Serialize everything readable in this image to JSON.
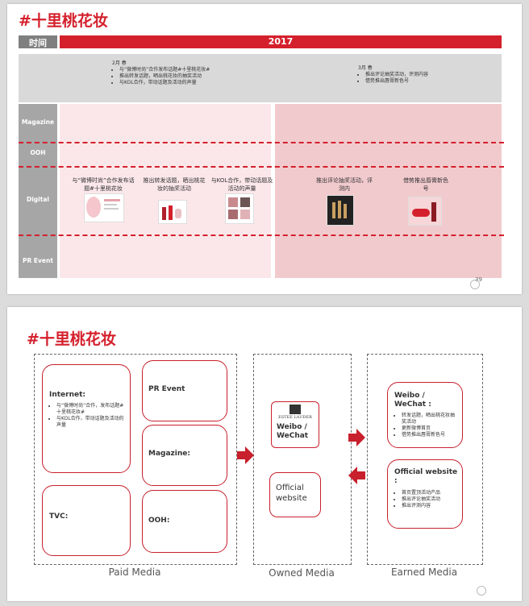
{
  "slide1": {
    "title": "#十里桃花妆",
    "time_label": "时间",
    "year": "2017",
    "feb_header": "2月 春",
    "feb_bullets": [
      "与“微博时尚”合作发布话题#十里桃花妆#",
      "推出转发话题，晒出桃花妆的抽奖活动",
      "与KOL合作，带动话题及活动的声量"
    ],
    "mar_header": "3月 春",
    "mar_bullets": [
      "推出评论抽奖活动，评测内容",
      "借势推出唇膏新色号"
    ],
    "rows": [
      "Magazine",
      "OOH",
      "Digital",
      "PR Event"
    ],
    "digital_items": [
      "与“微博时尚”合作发布话题#十里桃花妆",
      "推出转发话题，晒出桃花妆的抽奖活动",
      "与KOL合作，带动话题及活动的声量",
      "推出评论抽奖活动，评测内",
      "借势推出唇膏新色号"
    ],
    "page_number": "39"
  },
  "slide2": {
    "title": "#十里桃花妆",
    "internet_title": "Internet:",
    "internet_bullets": [
      "与“微博时尚”合作，发布话题#十里桃花妆#",
      "与KOL合作，带动话题及活动的声量"
    ],
    "pr_event": "PR Event",
    "magazine": "Magazine:",
    "tvc": "TVC:",
    "ooh": "OOH:",
    "brand_logo": "ESTEE LAUDER",
    "owned_weibo": "Weibo / WeChat",
    "owned_official": "Official website",
    "earned_weibo_title": "Weibo / WeChat :",
    "earned_weibo_bullets": [
      "转发话题，晒出桃花妆抽奖活动",
      "更新微博首页",
      "借势推出唇膏新色号"
    ],
    "earned_official_title": "Official website :",
    "earned_official_bullets": [
      "首页置顶活动产品",
      "推出评论抽奖活动",
      "推出评测内容"
    ],
    "paid_media": "Paid Media",
    "owned_media": "Owned Media",
    "earned_media": "Earned Media"
  }
}
